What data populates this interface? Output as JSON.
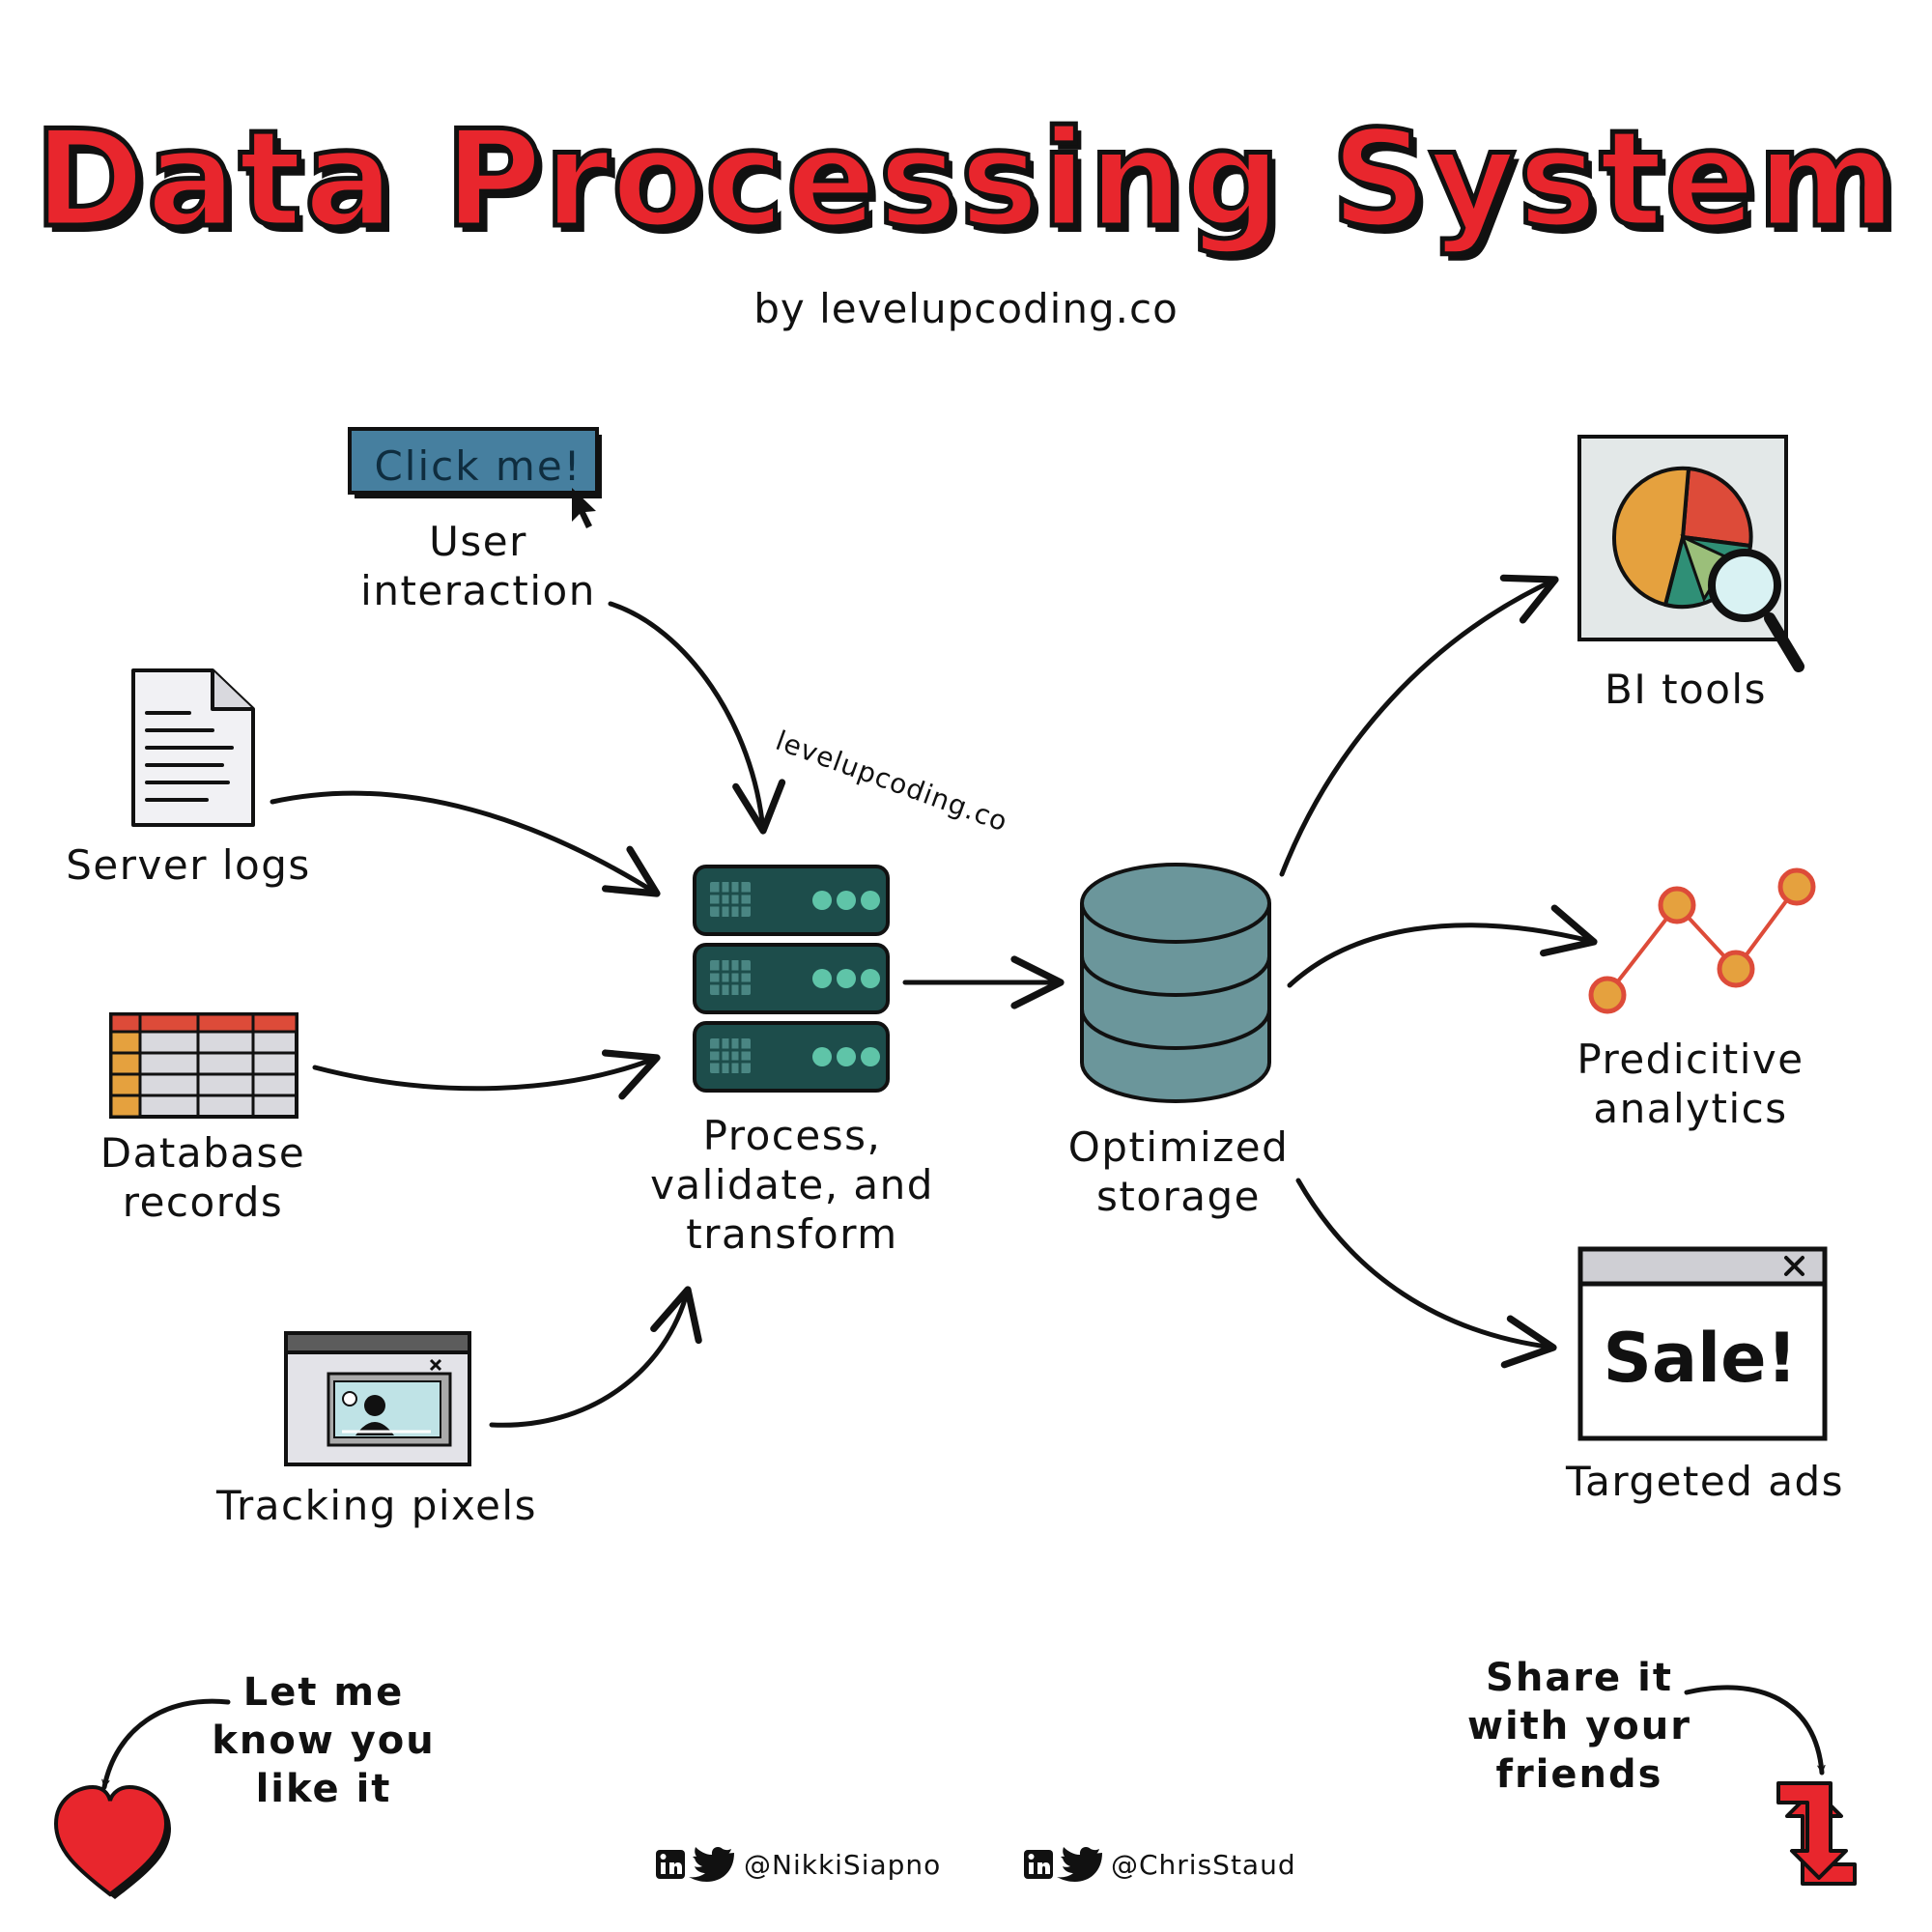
{
  "header": {
    "title": "Data Processing System",
    "subtitle": "by levelupcoding.co",
    "watermark": "levelupcoding.co"
  },
  "sources": {
    "button_text": "Click me!",
    "user_interaction": "User\ninteraction",
    "server_logs": "Server logs",
    "database_records": "Database\nrecords",
    "tracking_pixels": "Tracking pixels"
  },
  "processing": {
    "label": "Process,\nvalidate, and\ntransform"
  },
  "storage": {
    "label": "Optimized\nstorage"
  },
  "outputs": {
    "bi_tools": "BI tools",
    "predictive_analytics": "Predicitive\nanalytics",
    "targeted_ads": "Targeted ads",
    "ad_text": "Sale!"
  },
  "footer": {
    "like_text": "Let me\nknow you\nlike it",
    "share_text": "Share it\nwith your\nfriends",
    "handle_left": "@NikkiSiapno",
    "handle_right": "@ChrisStaud"
  },
  "colors": {
    "title_red": "#e8262d",
    "server_teal": "#1d4d4b",
    "server_dots": "#5fc4a8",
    "storage_teal": "#6b969b",
    "button_blue": "#467f9f"
  }
}
